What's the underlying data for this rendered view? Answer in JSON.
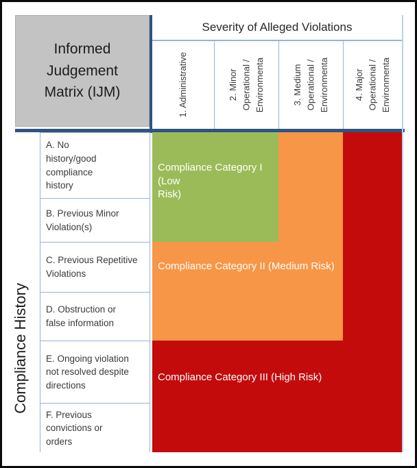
{
  "palette": {
    "low_risk_green": "#9BBB59",
    "medium_risk_orange": "#F79646",
    "high_risk_red": "#C40B0B",
    "navy_separator": "#2E5481",
    "grid_blue": "#95B3D7",
    "corner_gray": "#C3C3C3"
  },
  "matrix": {
    "corner_title": "Informed\nJudgement\nMatrix (IJM)",
    "x_axis": {
      "title": "Severity of Alleged Violations",
      "columns": [
        "1. Administrative",
        "2. Minor\nOperational /\nEnvironmenta",
        "3. Medium\nOperational /\nEnvironmenta",
        "4. Major\nOperational /\nEnvironmenta"
      ]
    },
    "y_axis": {
      "title": "Compliance History",
      "rows": [
        "A. No\nhistory/good\ncompliance\nhistory",
        "B. Previous Minor\nViolation(s)",
        "C. Previous Repetitive\nViolations",
        "D. Obstruction or\nfalse information",
        "E. Ongoing violation\nnot resolved despite\ndirections",
        "F. Previous\nconvictions or\norders"
      ]
    },
    "categories": [
      {
        "label": "Compliance Category I (Low\nRisk)",
        "color": "#9BBB59",
        "covers_rows": "A–B",
        "covers_columns": "1–2"
      },
      {
        "label": "Compliance Category II (Medium Risk)",
        "color": "#F79646",
        "covers_rows": "A–D",
        "covers_columns": "1–3"
      },
      {
        "label": "Compliance Category III (High Risk)",
        "color": "#C40B0B",
        "covers_rows": "A–F",
        "covers_columns": "1–4"
      }
    ]
  }
}
